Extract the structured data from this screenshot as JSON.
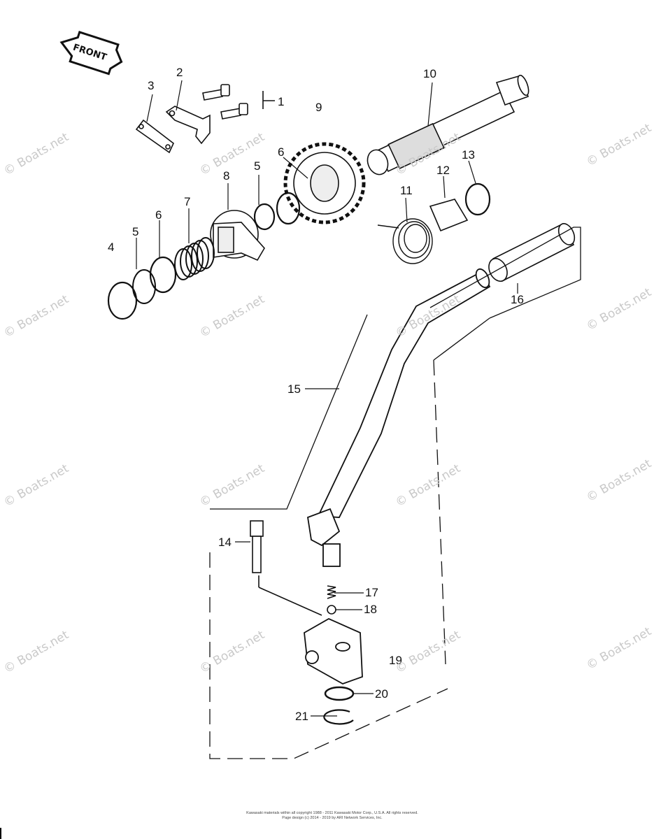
{
  "front_badge": "FRONT",
  "callouts": [
    "1",
    "2",
    "3",
    "4",
    "5",
    "5",
    "6",
    "6",
    "7",
    "8",
    "9",
    "10",
    "11",
    "12",
    "13",
    "14",
    "15",
    "16",
    "17",
    "18",
    "19",
    "20",
    "21"
  ],
  "watermark": "© Boats.net",
  "footer": {
    "line1": "Kawasaki materials within all copyright 1988 - 2011 Kawasaki Motor Corp., U.S.A. All rights reserved.",
    "line2": "Page design (c) 2014 - 2019 by ARI Network Services, Inc."
  }
}
